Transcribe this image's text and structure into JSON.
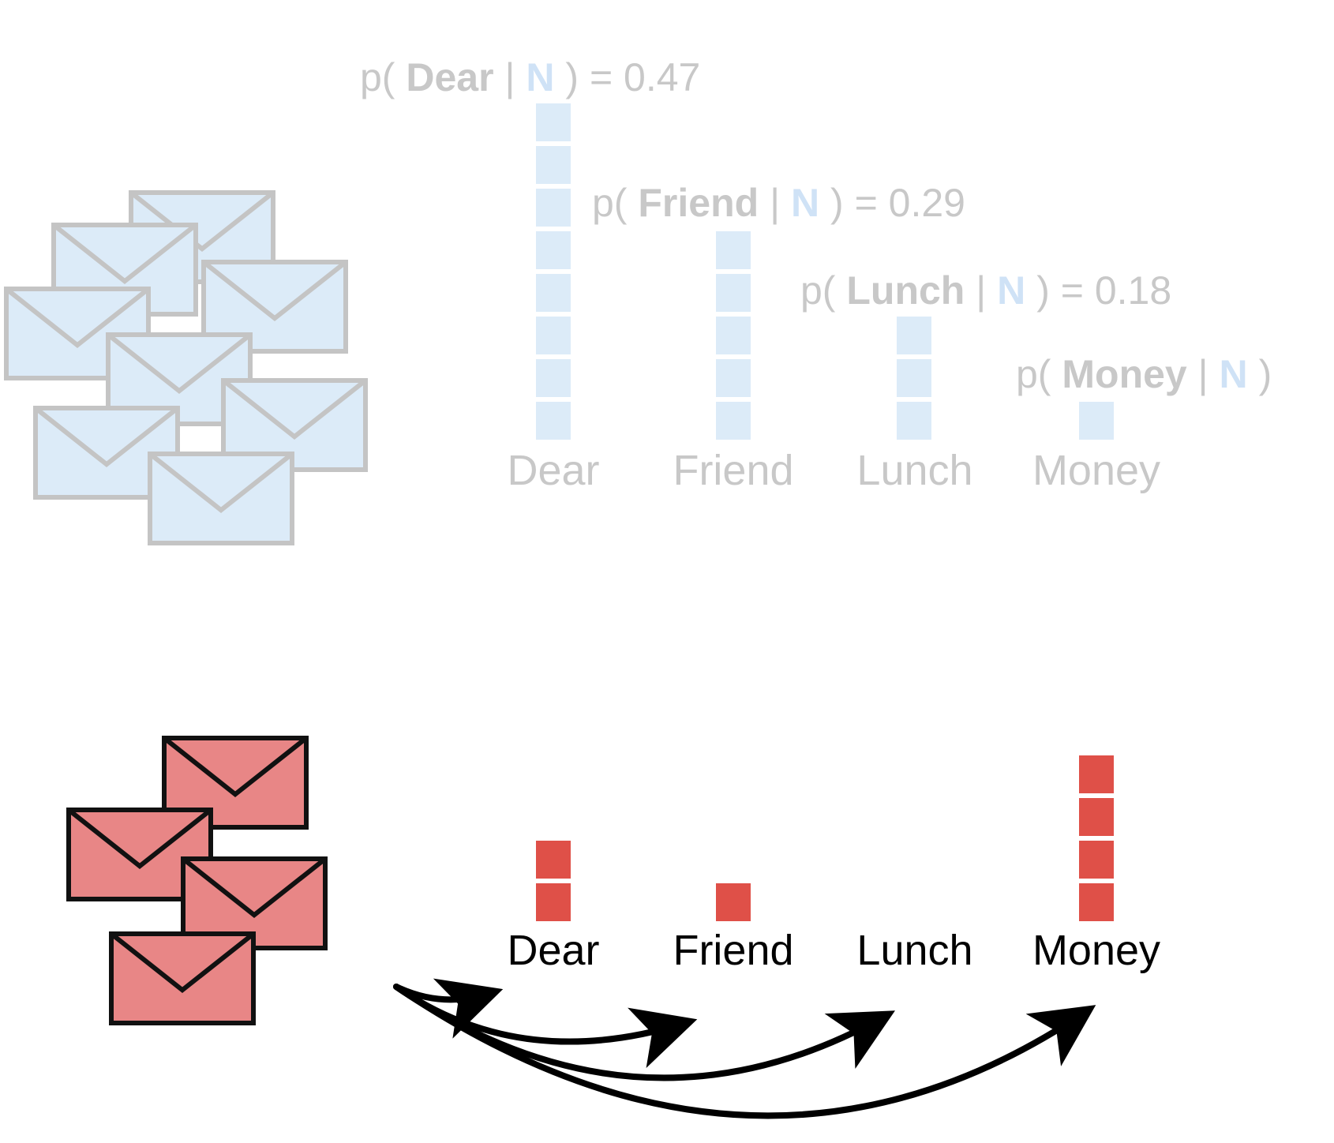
{
  "colors": {
    "normal_fill": "#dcebf8",
    "normal_stroke": "#c4c4c4",
    "faded_text": "#c8c8c8",
    "n_symbol": "#cfe2f6",
    "spam_fill": "#e88686",
    "spam_bar": "#df5048",
    "spam_stroke": "#111111"
  },
  "normal": {
    "symbol": "N",
    "words": [
      "Dear",
      "Friend",
      "Lunch",
      "Money"
    ],
    "counts": [
      8,
      5,
      3,
      1
    ],
    "probabilities": [
      {
        "prefix": "p(",
        "word": "Dear",
        "bar": "|",
        "close": ")",
        "value": "= 0.47"
      },
      {
        "prefix": "p(",
        "word": "Friend",
        "bar": "|",
        "close": ")",
        "value": "= 0.29"
      },
      {
        "prefix": "p(",
        "word": "Lunch",
        "bar": "|",
        "close": ")",
        "value": "= 0.18"
      },
      {
        "prefix": "p(",
        "word": "Money",
        "bar": "|",
        "close": ")",
        "value": ""
      }
    ]
  },
  "spam": {
    "words": [
      "Dear",
      "Friend",
      "Lunch",
      "Money"
    ],
    "counts": [
      2,
      1,
      0,
      4
    ]
  },
  "chart_data": {
    "type": "bar",
    "categories": [
      "Dear",
      "Friend",
      "Lunch",
      "Money"
    ],
    "series": [
      {
        "values": [
          8,
          5,
          3,
          1
        ]
      },
      {
        "values": [
          2,
          1,
          0,
          4
        ]
      }
    ]
  }
}
